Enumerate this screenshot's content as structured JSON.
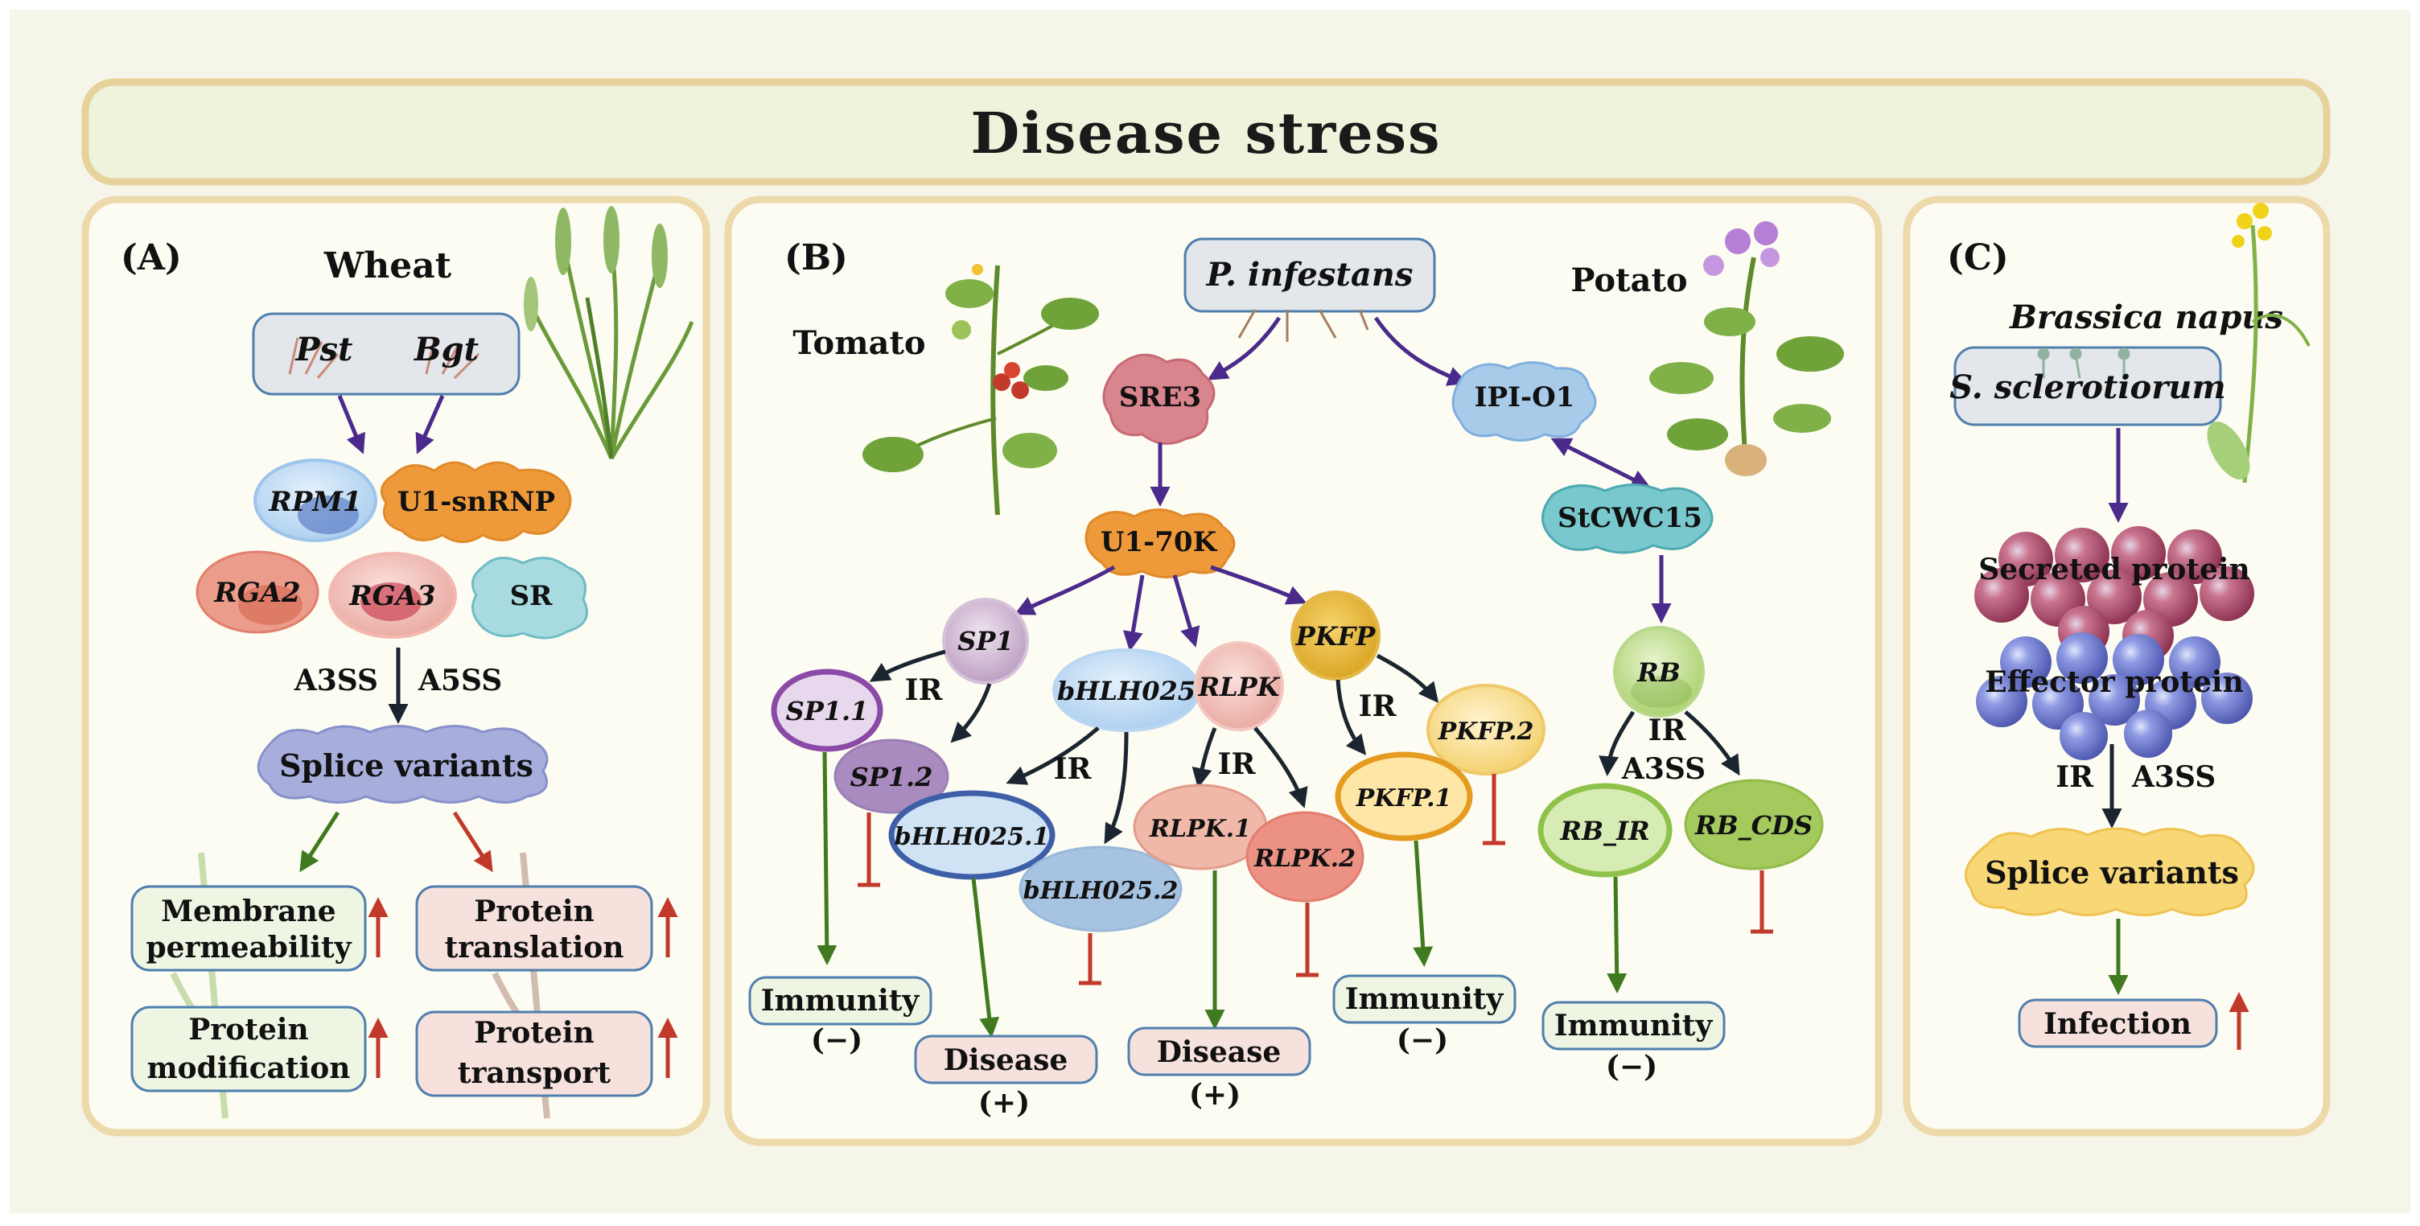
{
  "title": "Disease stress",
  "colors": {
    "canvas": "#f6f5ea",
    "panel_fill": "#fdfcf2",
    "panel_border": "#edd9a9",
    "arrow_purple": "#4a2a8a",
    "arrow_black": "#1a2530",
    "arrow_green": "#3f7a20",
    "arrow_red": "#c0392b",
    "inhibit_red": "#c0392b",
    "box_green": "#eef6e3",
    "box_pink": "#f6e1dc",
    "box_border": "#4f7fae"
  },
  "panel_a": {
    "label": "(A)",
    "organism": "Wheat",
    "pathogens": [
      "Pst",
      "Bgt"
    ],
    "nodes": [
      "RPM1",
      "U1-snRNP",
      "RGA2",
      "RGA3",
      "SR"
    ],
    "splicing_left": "A3SS",
    "splicing_right": "A5SS",
    "variants": "Splice variants",
    "outcomes": [
      {
        "line1": "Membrane",
        "line2": "permeability"
      },
      {
        "line1": "Protein",
        "line2": "translation"
      },
      {
        "line1": "Protein",
        "line2": "modification"
      },
      {
        "line1": "Protein",
        "line2": "transport"
      }
    ]
  },
  "panel_b": {
    "label": "(B)",
    "organism_left": "Tomato",
    "organism_right": "Potato",
    "pathogen": "P. infestans",
    "nodes": {
      "sre3": "SRE3",
      "ipi": "IPI-O1",
      "stcwc": "StCWC15",
      "u170k": "U1-70K",
      "sp1": "SP1",
      "sp1_1": "SP1.1",
      "sp1_2": "SP1.2",
      "bhlh": "bHLH025",
      "bhlh_1": "bHLH025.1",
      "bhlh_2": "bHLH025.2",
      "rlpk": "RLPK",
      "rlpk_1": "RLPK.1",
      "rlpk_2": "RLPK.2",
      "pkfp": "PKFP",
      "pkfp_1": "PKFP.1",
      "pkfp_2": "PKFP.2",
      "rb": "RB",
      "rb_ir": "RB_IR",
      "rb_cds": "RB_CDS"
    },
    "ir": "IR",
    "a3ss": "A3SS",
    "immunity": "Immunity",
    "disease": "Disease",
    "minus": "(−)",
    "plus": "(+)"
  },
  "panel_c": {
    "label": "(C)",
    "organism": "Brassica napus",
    "pathogen": "S. sclerotiorum",
    "secreted": "Secreted protein",
    "effector": "Effector protein",
    "splicing_left": "IR",
    "splicing_right": "A3SS",
    "variants": "Splice variants",
    "outcome": "Infection"
  }
}
